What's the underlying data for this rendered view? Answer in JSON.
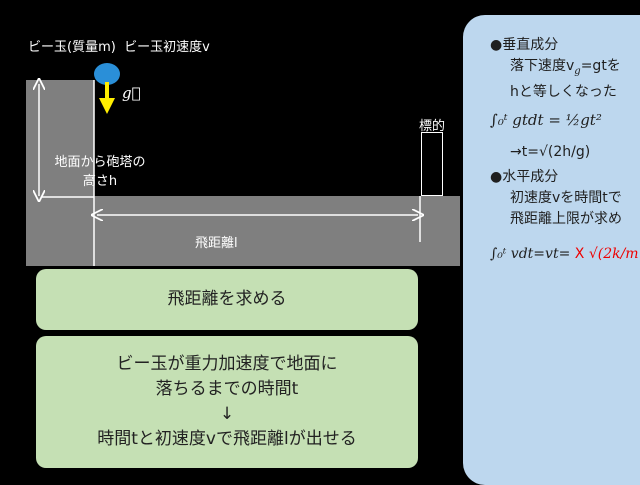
{
  "labels": {
    "marble_mass": "ビー玉(質量m)",
    "marble_velocity": "ビー玉初速度v",
    "gravity": "g⃗",
    "tower_height_line1": "地面から砲塔の",
    "tower_height_line2": "高さh",
    "distance": "飛距離l",
    "target": "標的"
  },
  "boxes": {
    "goal": "飛距離を求める",
    "step_line1": "ビー玉が重力加速度で地面に",
    "step_line2": "落ちるまでの時間t",
    "step_arrow": "↓",
    "step_line3": "時間tと初速度vで飛距離lが出せる"
  },
  "panel": {
    "vertical_heading": "●垂直成分",
    "vertical_line1": "落下速度v",
    "vertical_sub": "g",
    "vertical_line1_rest": "=gtを",
    "vertical_line2": "hと等しくなった",
    "vertical_integral": "∫₀ᵗ gtdt = ½gt²",
    "time_result": "→t=√(2h/g)",
    "horizontal_heading": "●水平成分",
    "horizontal_line1": "初速度vを時間tで",
    "horizontal_line2": "飛距離上限が求め",
    "horizontal_integral": "∫₀ᵗ vdt=vt=",
    "horizontal_result_x": "X",
    "horizontal_result_frac": "√(2k/m"
  },
  "colors": {
    "background": "#000000",
    "structure": "#7f7f7f",
    "ball": "#2a8fd8",
    "gravity_arrow": "#ffee00",
    "green_box": "#c5e0b4",
    "panel": "#bdd7ee",
    "highlight": "#e00000"
  }
}
